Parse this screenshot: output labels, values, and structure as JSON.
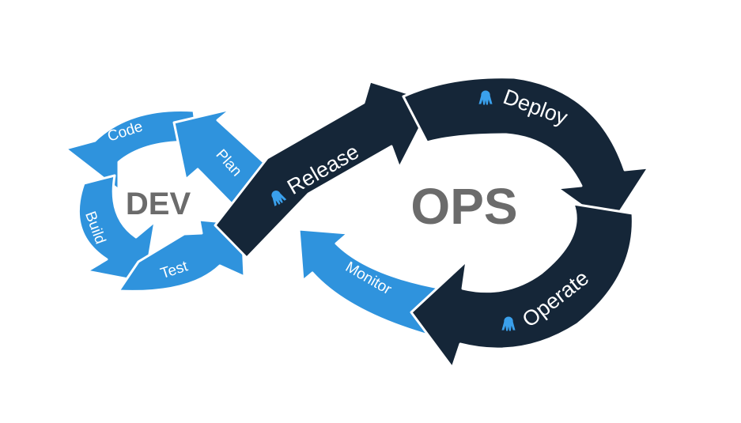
{
  "dev": {
    "title": "DEV",
    "stages": {
      "code": "Code",
      "build": "Build",
      "test": "Test",
      "plan": "Plan"
    }
  },
  "transition": {
    "release": "Release",
    "monitor": "Monitor"
  },
  "ops": {
    "title": "OPS",
    "stages": {
      "deploy": "Deploy",
      "operate": "Operate"
    }
  },
  "icons": {
    "stage_icon": "octopus-icon"
  },
  "colors": {
    "dev_blue": "#2f93dd",
    "ops_navy": "#152638",
    "title_gray": "#6b6b6b"
  }
}
